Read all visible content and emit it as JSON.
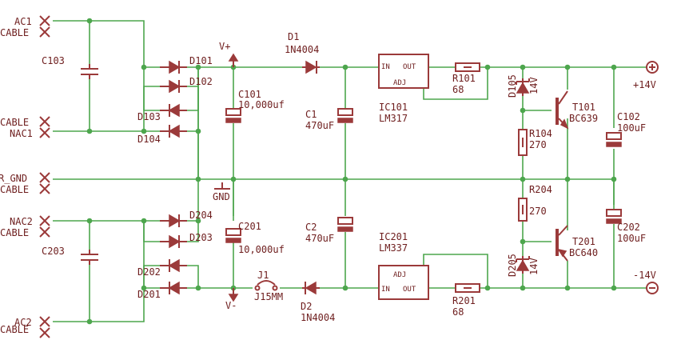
{
  "connectors": {
    "ac1": "AC1",
    "ac1_cable": "CABLE",
    "nac1_cable": "CABLE",
    "nac1": "NAC1",
    "gnd": "R_GND",
    "gnd_cable": "CABLE",
    "nac2": "NAC2",
    "nac2_cable": "CABLE",
    "ac2_cable": "CABLE",
    "ac2": "AC2"
  },
  "parts": {
    "c103": "C103",
    "c203": "C203",
    "d101": "D101",
    "d102": "D102",
    "d103": "D103",
    "d104": "D104",
    "d201": "D201",
    "d202": "D202",
    "d203": "D203",
    "d204": "D204",
    "vplus": "V+",
    "vminus": "V-",
    "gnd": "GND",
    "c101": "C101",
    "c101_val": "10,000uf",
    "c201": "C201",
    "c201_val": "10,000uf",
    "j1": "J1",
    "j1_val": "J15MM",
    "d1": "D1",
    "d1_val": "1N4004",
    "d2": "D2",
    "d2_val": "1N4004",
    "c1": "C1",
    "c1_val": "470uF",
    "c2": "C2",
    "c2_val": "470uF",
    "ic101": "IC101",
    "ic101_val": "LM317",
    "ic101_in": "IN",
    "ic101_out": "OUT",
    "ic101_adj": "ADJ",
    "ic201": "IC201",
    "ic201_val": "LM337",
    "ic201_in": "IN",
    "ic201_out": "OUT",
    "ic201_adj": "ADJ",
    "r101": "R101",
    "r101_val": "68",
    "r201": "R201",
    "r201_val": "68",
    "d105": "D105",
    "d105_val": "14V",
    "d205": "D205",
    "d205_val": "14V",
    "r104": "R104",
    "r104_val": "270",
    "r204": "R204",
    "r204_val": "270",
    "t101": "T101",
    "t101_val": "BC639",
    "t201": "T201",
    "t201_val": "BC640",
    "c102": "C102",
    "c102_val": "100uF",
    "c202": "C202",
    "c202_val": "100uF",
    "out_pos": "+14V",
    "out_neg": "-14V"
  },
  "colors": {
    "wire": "#4da64d",
    "component": "#9b3a3a",
    "label": "#6e1e1e",
    "background": "#ffffff"
  }
}
